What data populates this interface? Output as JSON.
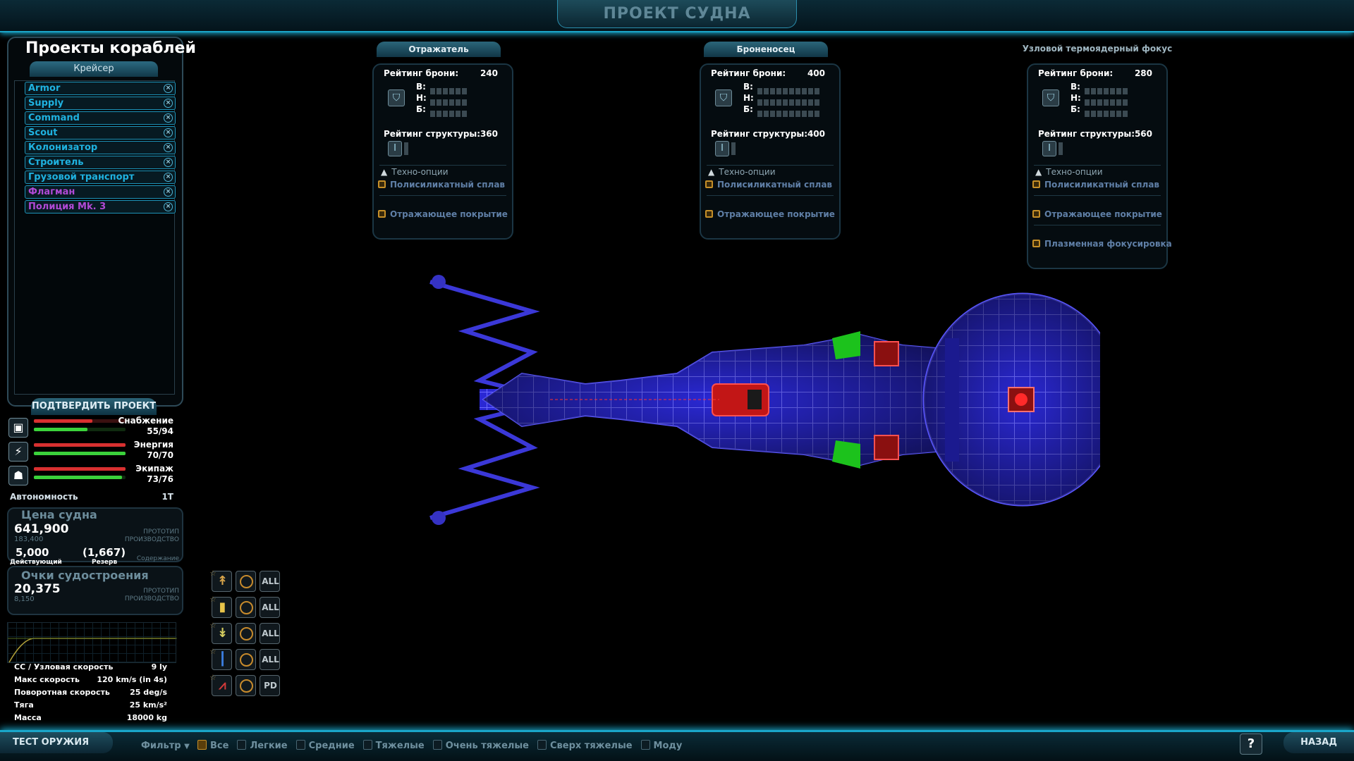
{
  "screen_title": "ПРОЕКТ СУДНА",
  "designs": {
    "title": "Проекты кораблей",
    "class_tab": "Крейсер",
    "items": [
      {
        "label": "Armor",
        "color": "blue"
      },
      {
        "label": "Supply",
        "color": "blue"
      },
      {
        "label": "Command",
        "color": "blue"
      },
      {
        "label": "Scout",
        "color": "blue"
      },
      {
        "label": "Колонизатор",
        "color": "blue"
      },
      {
        "label": "Строитель",
        "color": "blue"
      },
      {
        "label": "Грузовой транспорт",
        "color": "blue"
      },
      {
        "label": "Флагман",
        "color": "purple"
      },
      {
        "label": "Полиция Mk. 3",
        "color": "purple"
      }
    ],
    "remove_glyph": "×",
    "confirm_button": "ПОДТВЕРДИТЬ ПРОЕКТ"
  },
  "resources": [
    {
      "icon": "box-icon",
      "glyph": "▣",
      "label": "Снабжение",
      "value": "55/94",
      "fraction": 0.585
    },
    {
      "icon": "battery-icon",
      "glyph": "⚡",
      "label": "Энергия",
      "value": "70/70",
      "fraction": 1.0
    },
    {
      "icon": "crew-icon",
      "glyph": "☗",
      "label": "Экипаж",
      "value": "73/76",
      "fraction": 0.96
    }
  ],
  "autonomy": {
    "label": "Автономность",
    "value": "1T"
  },
  "cost": {
    "title": "Цена судна",
    "value": "641,900",
    "sub_value": "183,400",
    "note1": "ПРОТОТИП",
    "note2": "ПРОИЗВОДСТВО",
    "active_value": "5,000",
    "active_label": "Действующий",
    "reserve_value": "(1,667)",
    "reserve_label": "Резерв",
    "upkeep_label": "Содержание"
  },
  "build_points": {
    "title": "Очки судостроения",
    "value": "20,375",
    "sub_value": "8,150",
    "note1": "ПРОТОТИП",
    "note2": "ПРОИЗВОДСТВО"
  },
  "stats": [
    {
      "label": "СС / Узловая скорость",
      "value": "9 ly"
    },
    {
      "label": "Макс скорость",
      "value": "120 km/s (in 4s)"
    },
    {
      "label": "Поворотная скорость",
      "value": "25 deg/s"
    },
    {
      "label": "Тяга",
      "value": "25 km/s²"
    },
    {
      "label": "Масса",
      "value": "18000 kg"
    }
  ],
  "weapon_groups": [
    {
      "weapon_icon": "missile-icon",
      "action": "ALL"
    },
    {
      "weapon_icon": "cannon-icon",
      "action": "ALL"
    },
    {
      "weapon_icon": "torpedo-icon",
      "action": "ALL"
    },
    {
      "weapon_icon": "beam-icon",
      "action": "ALL"
    },
    {
      "weapon_icon": "point-defense-icon",
      "action": "PD"
    }
  ],
  "armor_panels": [
    {
      "name": "Отражатель",
      "armor_label": "Рейтинг брони:",
      "armor_value": "240",
      "rows": [
        "В:",
        "Н:",
        "Б:"
      ],
      "structure_label": "Рейтинг структуры:",
      "structure_value": "360",
      "tech_header": "Техно-опции",
      "options": [
        "Полисиликатный сплав",
        "Отражающее покрытие"
      ]
    },
    {
      "name": "Броненосец",
      "armor_label": "Рейтинг брони:",
      "armor_value": "400",
      "rows": [
        "В:",
        "Н:",
        "Б:"
      ],
      "structure_label": "Рейтинг структуры:",
      "structure_value": "400",
      "tech_header": "Техно-опции",
      "options": [
        "Полисиликатный сплав",
        "Отражающее покрытие"
      ]
    },
    {
      "name": "Узловой термоядерный фокус",
      "armor_label": "Рейтинг брони:",
      "armor_value": "280",
      "rows": [
        "В:",
        "Н:",
        "Б:"
      ],
      "structure_label": "Рейтинг структуры:",
      "structure_value": "560",
      "tech_header": "Техно-опции",
      "options": [
        "Полисиликатный сплав",
        "Отражающее покрытие",
        "Плазменная фокусировка"
      ]
    }
  ],
  "bottom": {
    "test_button": "ТЕСТ ОРУЖИЯ",
    "filter_label": "Фильтр",
    "filters": [
      {
        "label": "Все",
        "checked": true
      },
      {
        "label": "Легкие",
        "checked": false
      },
      {
        "label": "Средние",
        "checked": false
      },
      {
        "label": "Тяжелые",
        "checked": false
      },
      {
        "label": "Очень тяжелые",
        "checked": false
      },
      {
        "label": "Сверх тяжелые",
        "checked": false
      },
      {
        "label": "Моду",
        "checked": false
      }
    ],
    "help_glyph": "?",
    "back_button": "НАЗАД"
  },
  "colors": {
    "accent": "#1aa6c9",
    "hull": "#2d2ad8",
    "weapon_red": "#d21a1a",
    "module_green": "#21c221",
    "checkbox": "#c68f28"
  }
}
